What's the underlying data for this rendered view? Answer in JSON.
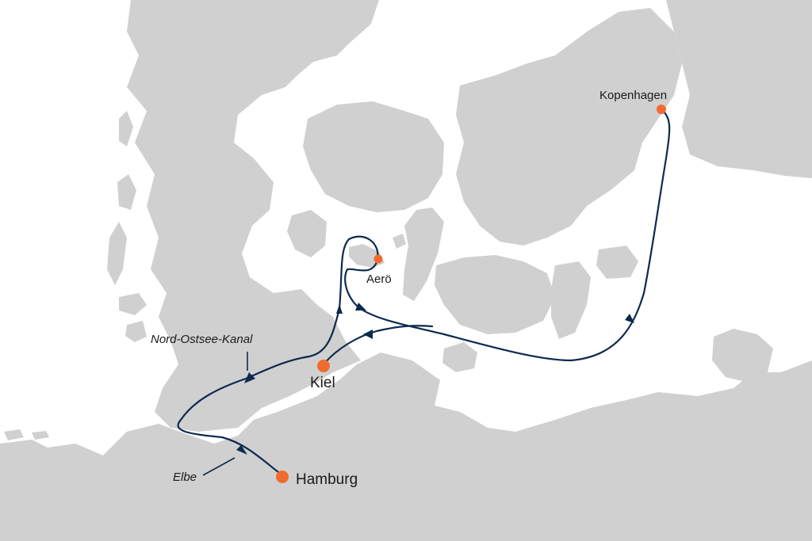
{
  "map": {
    "colors": {
      "land": "#d0d0d0",
      "water": "#ffffff",
      "route": "#0c2a4f",
      "port_marker": "#f26b2e"
    },
    "ports": [
      {
        "id": "hamburg",
        "name": "Hamburg"
      },
      {
        "id": "kiel",
        "name": "Kiel"
      },
      {
        "id": "aeroe",
        "name": "Aerö"
      },
      {
        "id": "kopenhagen",
        "name": "Kopenhagen"
      }
    ],
    "waterways": [
      {
        "id": "elbe",
        "name": "Elbe"
      },
      {
        "id": "nok",
        "name": "Nord-Ostsee-Kanal"
      }
    ]
  }
}
